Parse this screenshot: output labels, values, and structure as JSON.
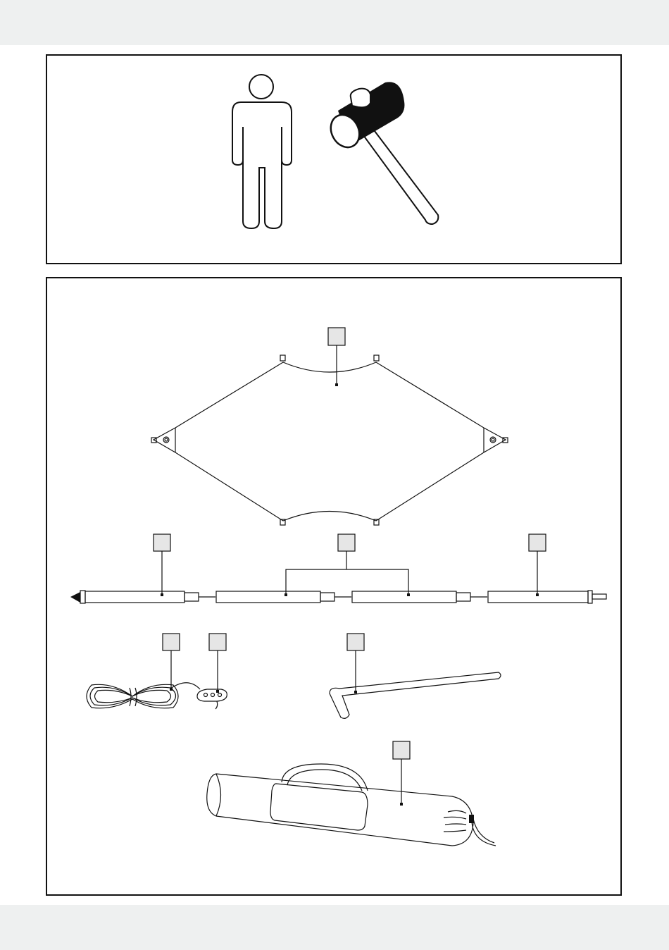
{
  "page": {
    "header_band": "",
    "footer_band": ""
  },
  "tools_panel": {
    "icons": [
      "person-icon",
      "mallet-icon"
    ]
  },
  "parts_panel": {
    "part_labels": [
      "",
      "",
      "",
      "",
      "",
      "",
      "",
      ""
    ],
    "items": [
      "tarp-sheet",
      "pole-bottom-section",
      "pole-middle-sections",
      "pole-top-section",
      "guy-rope-coil",
      "rope-tensioner",
      "tent-peg",
      "storage-bag"
    ]
  },
  "colors": {
    "line": "#111111",
    "label_box_fill": "#e6e6e6",
    "band": "#eef0f0"
  }
}
